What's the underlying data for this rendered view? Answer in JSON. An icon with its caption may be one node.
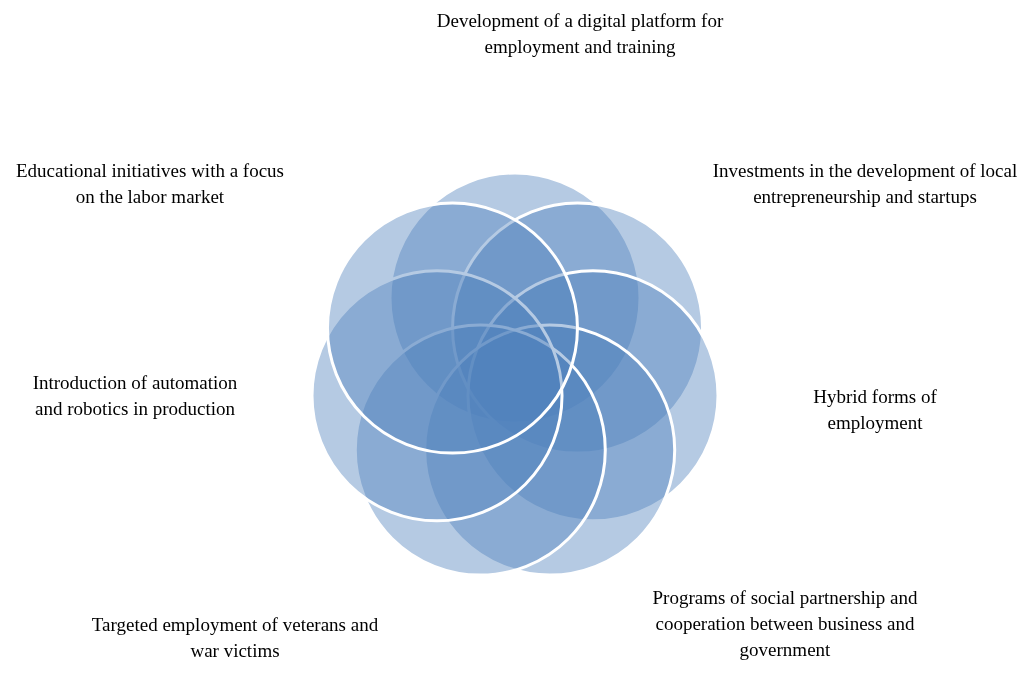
{
  "diagram": {
    "labels": [
      "Development of a digital platform for employment and training",
      "Educational initiatives with a focus on the labor market",
      "Investments in the development of local entrepreneurship and startups",
      "Introduction of automation and robotics in production",
      "Hybrid forms of employment",
      "Targeted employment of veterans and war victims",
      "Programs of social partnership and cooperation between business and government"
    ]
  }
}
